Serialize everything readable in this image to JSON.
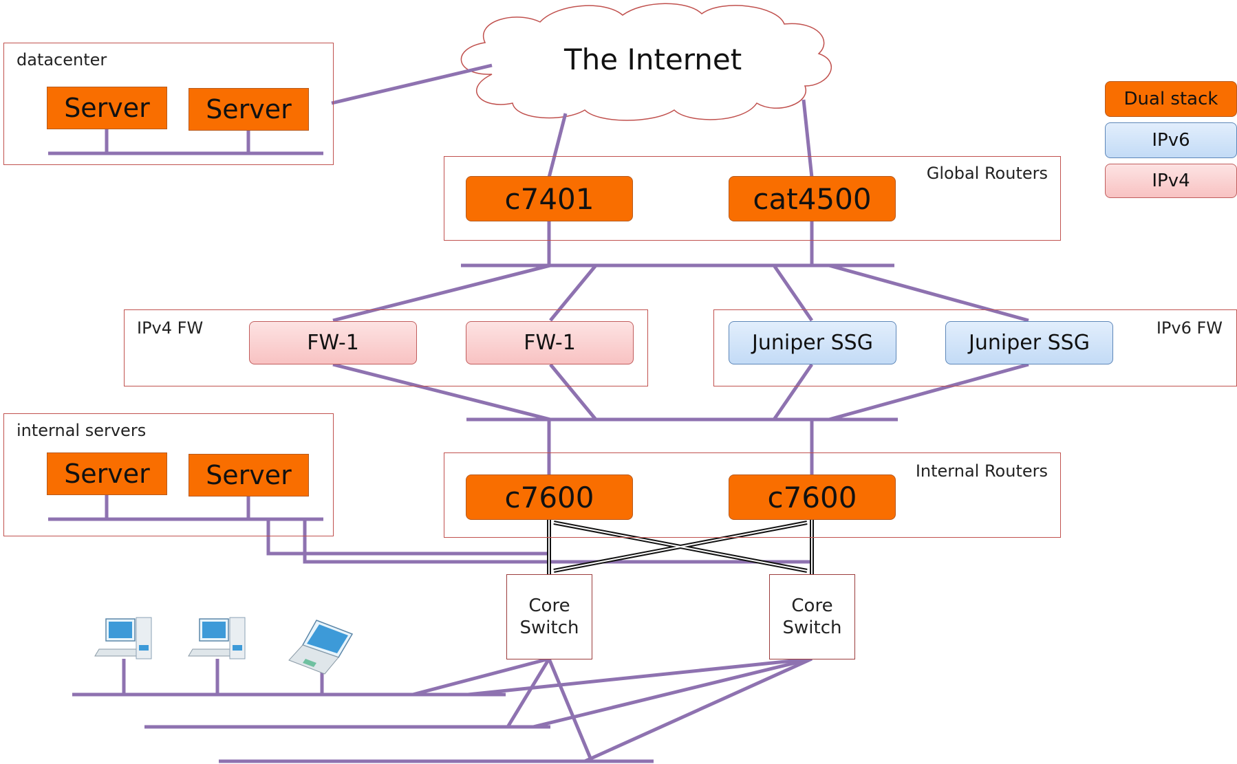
{
  "internet": {
    "label": "The Internet"
  },
  "datacenter": {
    "label": "datacenter",
    "servers": [
      "Server",
      "Server"
    ]
  },
  "global_routers": {
    "label": "Global Routers",
    "routers": [
      "c7401",
      "cat4500"
    ]
  },
  "ipv4_fw": {
    "label": "IPv4 FW",
    "devices": [
      "FW-1",
      "FW-1"
    ]
  },
  "ipv6_fw": {
    "label": "IPv6 FW",
    "devices": [
      "Juniper SSG",
      "Juniper SSG"
    ]
  },
  "internal_servers": {
    "label": "internal servers",
    "servers": [
      "Server",
      "Server"
    ]
  },
  "internal_routers": {
    "label": "Internal Routers",
    "routers": [
      "c7600",
      "c7600"
    ]
  },
  "core_switches": [
    {
      "line1": "Core",
      "line2": "Switch"
    },
    {
      "line1": "Core",
      "line2": "Switch"
    }
  ],
  "legend": {
    "items": [
      {
        "label": "Dual stack",
        "color": "#f96e00"
      },
      {
        "label": "IPv6",
        "color": "#c9dff7"
      },
      {
        "label": "IPv4",
        "color": "#f9c9c9"
      }
    ]
  },
  "clients": [
    {
      "icon": "desktop-computer-icon"
    },
    {
      "icon": "desktop-computer-icon"
    },
    {
      "icon": "laptop-icon"
    }
  ],
  "colors": {
    "link": "#8e72b0",
    "group_border": "#c0504d",
    "dual_stack": "#f96e00"
  }
}
